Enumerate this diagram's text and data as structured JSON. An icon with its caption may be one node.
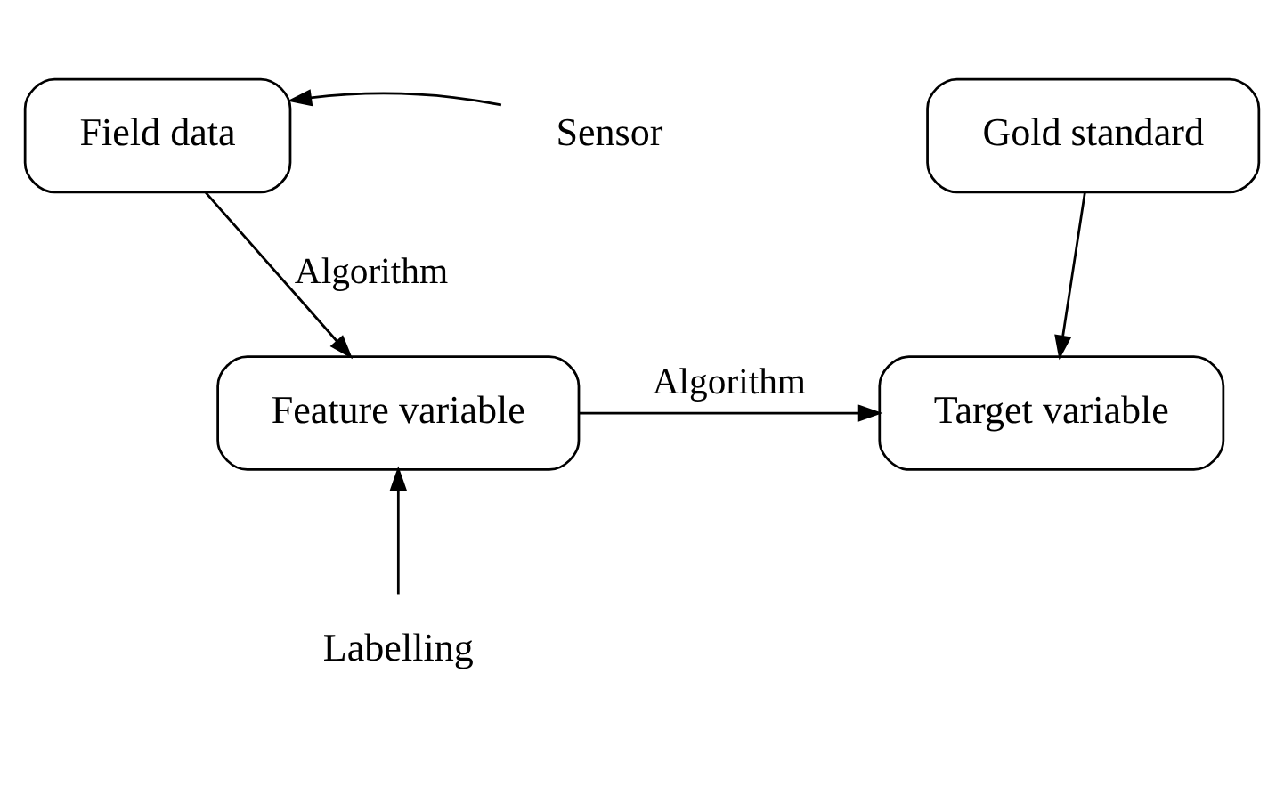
{
  "diagram": {
    "nodes": [
      {
        "text": [
          "Field data"
        ]
      },
      {
        "text": [
          "Gold standard"
        ]
      },
      {
        "text": [
          "Feature variable"
        ]
      },
      {
        "text": [
          "Target variable"
        ]
      },
      {
        "text": [
          "Sensor"
        ]
      },
      {
        "text": [
          "Labelling"
        ]
      }
    ],
    "edges": [
      {
        "from": 4,
        "to": 0,
        "arrow": "to"
      },
      {
        "from": 0,
        "to": 2,
        "arrow": "to",
        "label": "Algorithm"
      },
      {
        "from": 2,
        "to": 3,
        "arrow": "to",
        "label": "Algorithm"
      },
      {
        "from": 1,
        "to": 3,
        "arrow": "to"
      },
      {
        "from": 5,
        "to": 2,
        "arrow": "to"
      }
    ]
  }
}
